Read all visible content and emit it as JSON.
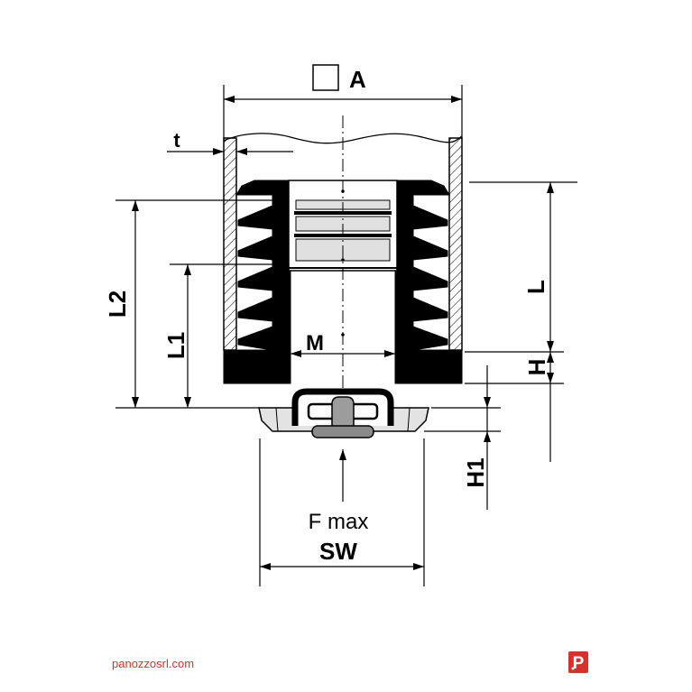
{
  "drawing": {
    "section_label": "A",
    "wall_thickness_label": "t",
    "overall_length_label": "L2",
    "bushing_length_label": "L1",
    "thread_label": "M",
    "insert_length_label": "L",
    "base_height_label": "H",
    "foot_height_label": "H1",
    "max_load_label": "F max",
    "wrench_size_label": "SW"
  },
  "footer": {
    "website": "panozzosrl.com",
    "logo_letter": "P"
  },
  "colors": {
    "brand_red": "#d6322b",
    "ink": "#000000",
    "part_light_gray": "#e3e3e3",
    "stem_gray": "#9c9c9c",
    "disc_gray": "#8a8a8a"
  },
  "icons": [
    "section-square-icon",
    "panozzo-logo-icon"
  ]
}
